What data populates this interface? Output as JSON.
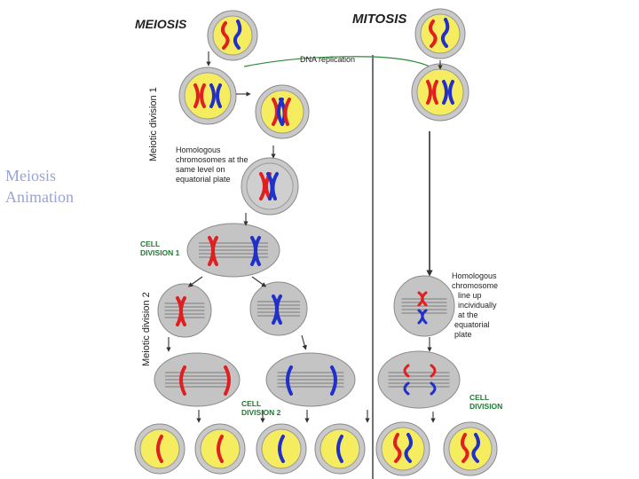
{
  "side_link": {
    "line1": "Meiosis",
    "line2": "Animation"
  },
  "headings": {
    "meiosis": "MEIOSIS",
    "mitosis": "MITOSIS"
  },
  "labels": {
    "dna_replication": "DNA replication",
    "meiotic_division_1": "Meiotic division 1",
    "meiotic_division_2": "Meiotic division 2",
    "meiosis_homologous": [
      "Homologous",
      "chromosomes at the",
      "same level on",
      "equatorial plate"
    ],
    "cell_division_1": [
      "CELL",
      "DIVISION 1"
    ],
    "cell_division_2": [
      "CELL",
      "DIVISION 2"
    ],
    "mitosis_homologous": [
      "Homologous",
      "chromosome",
      "line up",
      "incividually",
      "at the",
      "equatorial",
      "plate"
    ],
    "cell_division_mitosis": [
      "CELL",
      "DIVISION"
    ]
  },
  "colors": {
    "cell_fill": "#f5ec60",
    "cell_border": "#8a8a8a",
    "cell_wall": "#c9c9c9",
    "spindle_cell": "#c4c4c4",
    "chromosome_red": "#e02020",
    "chromosome_blue": "#2030c8",
    "green_text": "#1f7a2f",
    "link": "#9aa3d8"
  }
}
